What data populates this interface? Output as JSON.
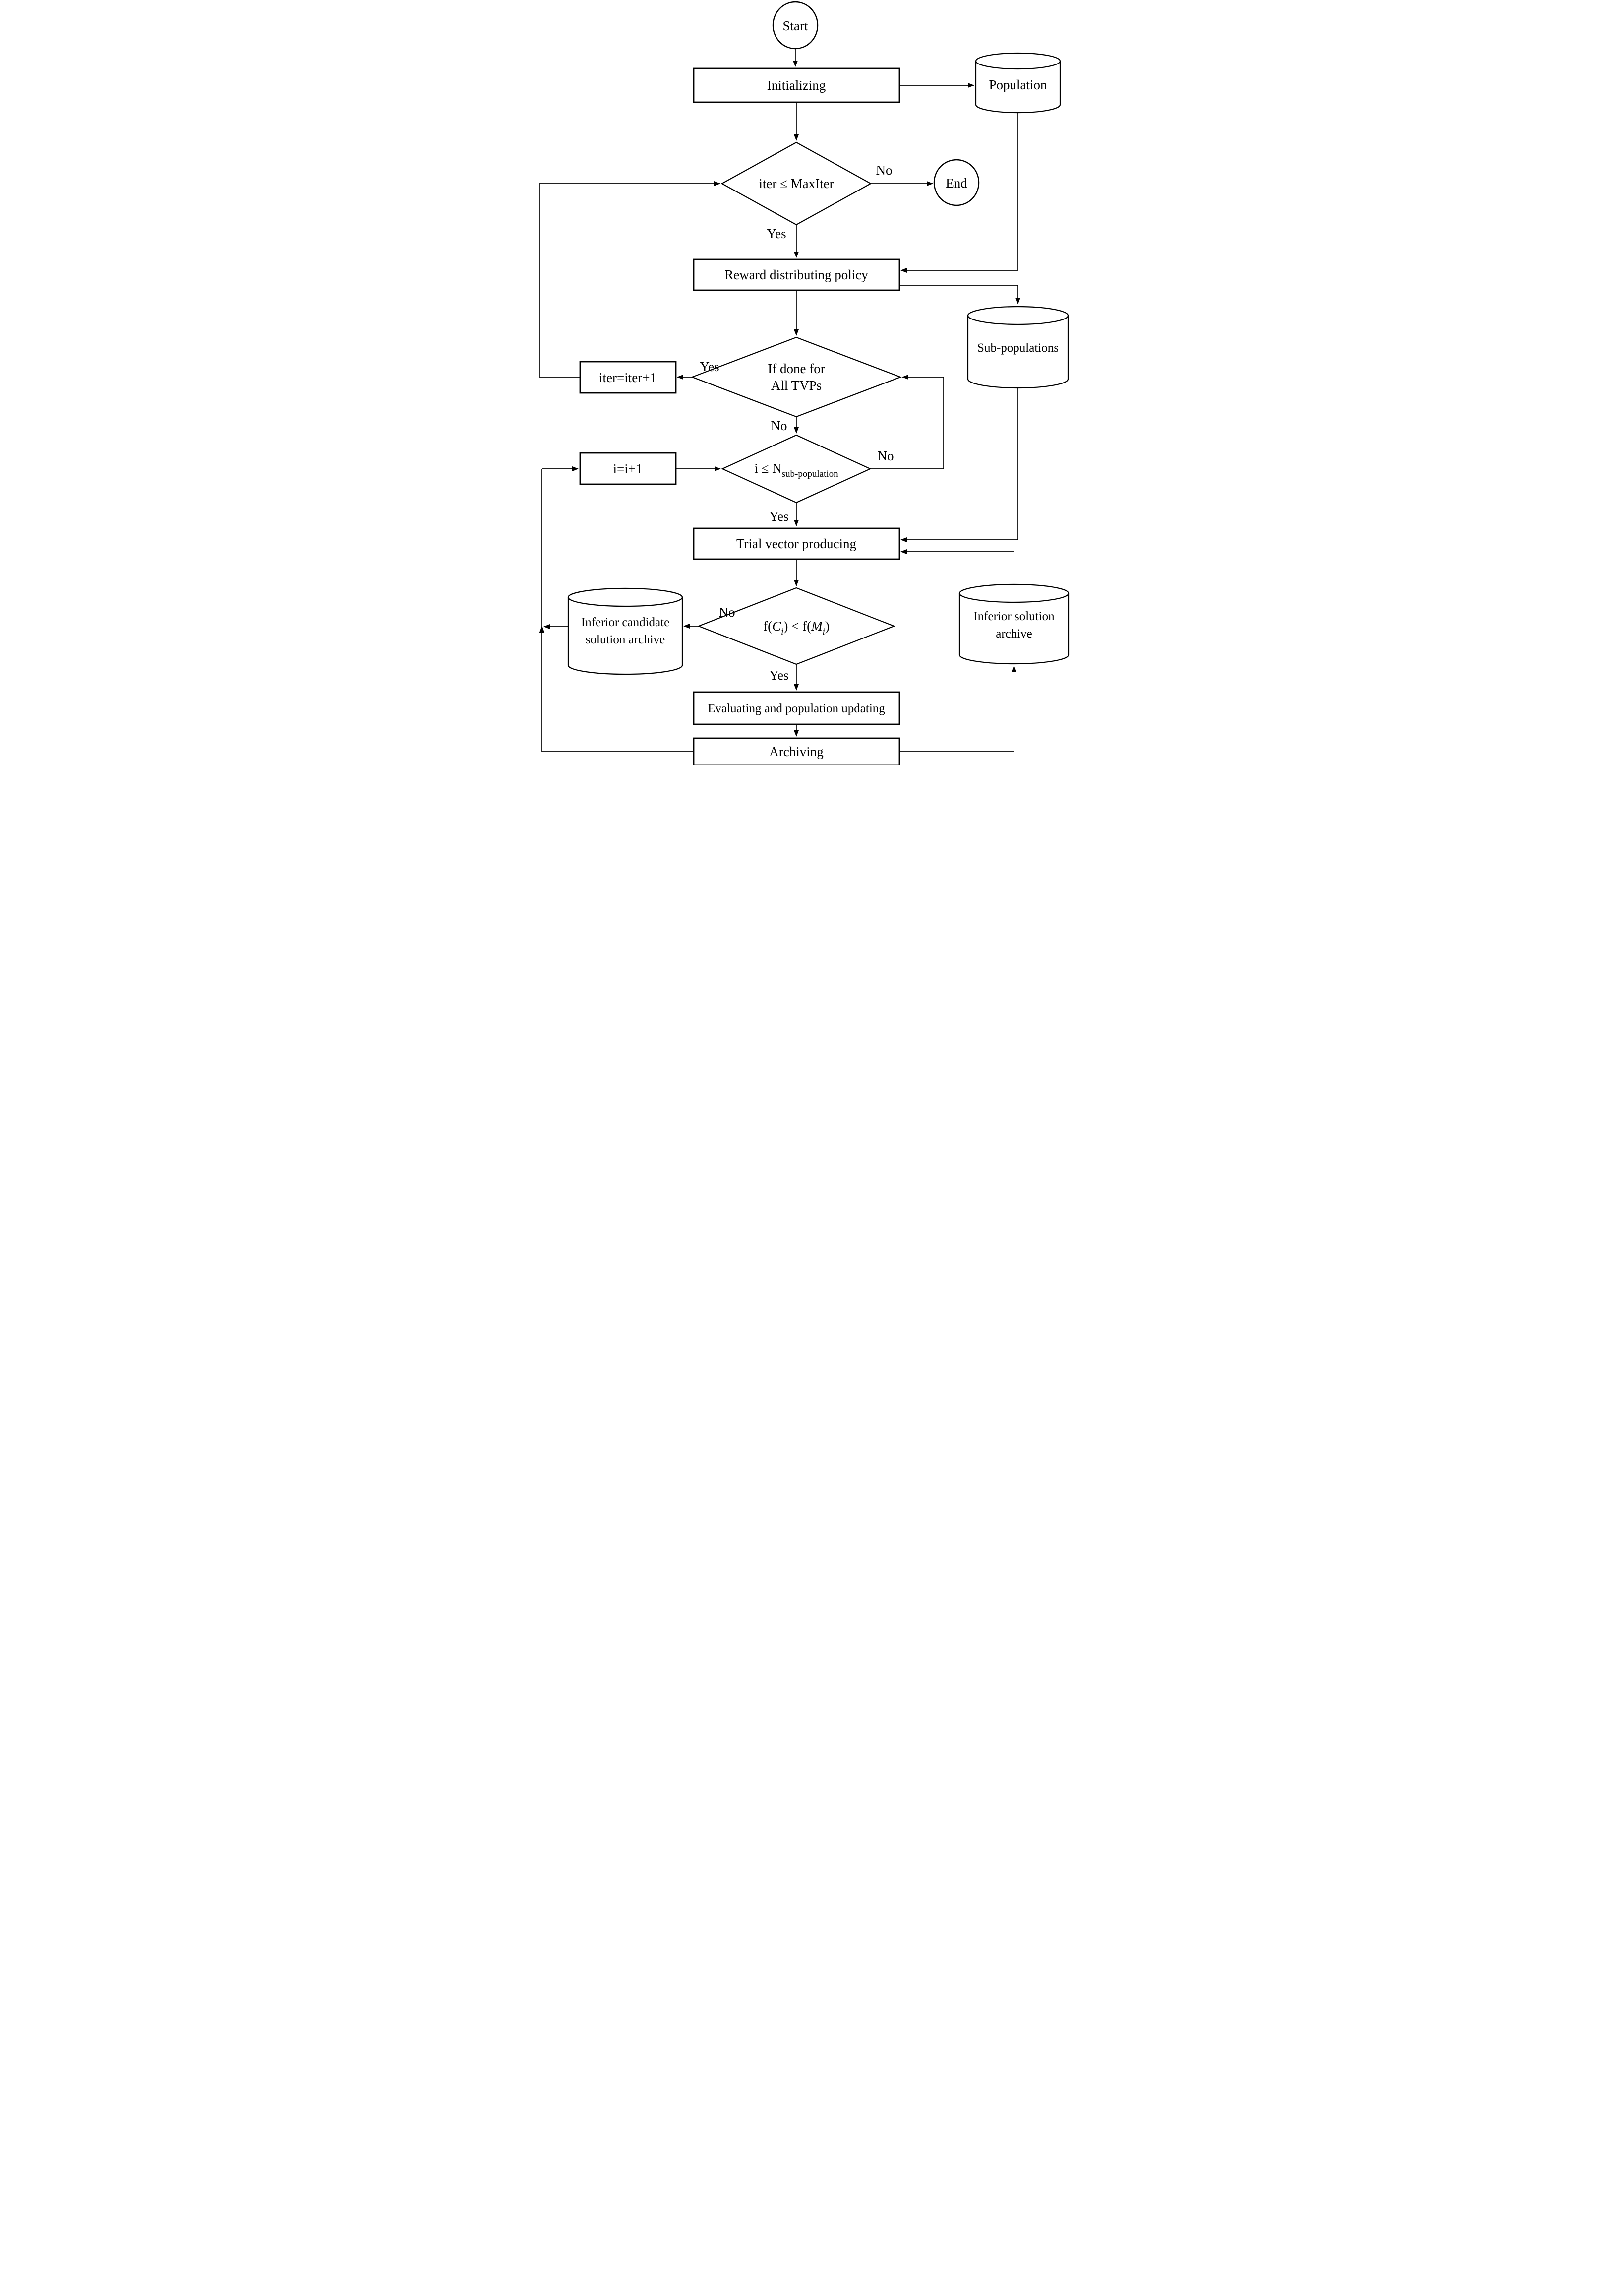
{
  "diagram": {
    "kind": "flowchart",
    "colors": {
      "stroke": "#000000",
      "fill": "#ffffff",
      "background": "#ffffff"
    },
    "nodes": {
      "start": {
        "label": "Start"
      },
      "initializing": {
        "label": "Initializing"
      },
      "population": {
        "label": "Population"
      },
      "iter_check": {
        "label": "iter ≤ MaxIter"
      },
      "end": {
        "label": "End"
      },
      "reward": {
        "label": "Reward distributing policy"
      },
      "sub_populations": {
        "label": "Sub-populations"
      },
      "tvp_check": {
        "line1": "If done for",
        "line2": "All TVPs"
      },
      "iter_increment": {
        "label": "iter=iter+1"
      },
      "i_check": {
        "prefix": "i ≤ N",
        "subscript": "sub-population"
      },
      "i_increment": {
        "label": "i=i+1"
      },
      "trial": {
        "label": "Trial vector producing"
      },
      "fitness_check": {
        "p1": "f(",
        "var1": "C",
        "sub1": "i",
        "p2": ") < f(",
        "var2": "M",
        "sub2": "i",
        "p3": ")"
      },
      "inferior_candidate": {
        "line1": "Inferior candidate",
        "line2": "solution archive"
      },
      "inferior_solution": {
        "line1": "Inferior solution",
        "line2": "archive"
      },
      "evaluating": {
        "label": "Evaluating and population updating"
      },
      "archiving": {
        "label": "Archiving"
      }
    },
    "edge_labels": {
      "iter_no": "No",
      "iter_yes": "Yes",
      "tvp_yes": "Yes",
      "tvp_no": "No",
      "i_no": "No",
      "i_yes": "Yes",
      "fitness_no": "No",
      "fitness_yes": "Yes"
    }
  }
}
